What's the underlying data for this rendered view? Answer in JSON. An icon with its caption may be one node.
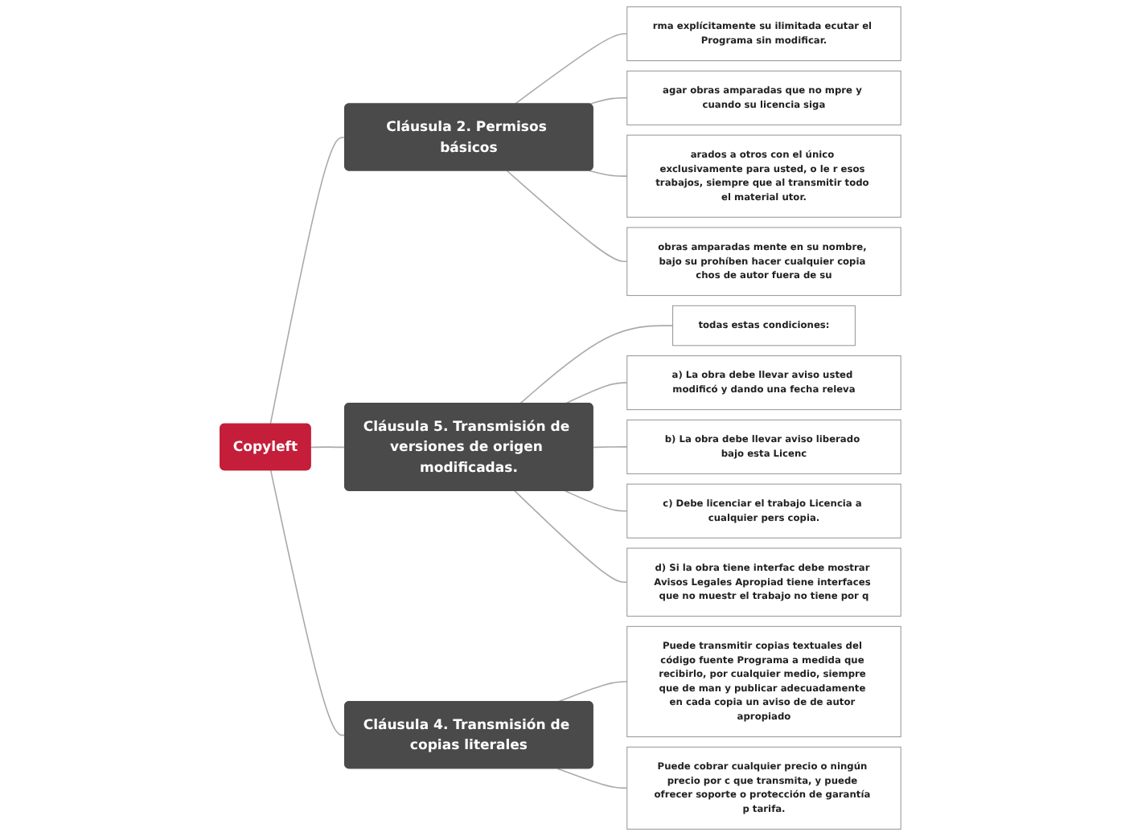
{
  "diagram": {
    "nodes": [
      {
        "text": [
          "Copyleft"
        ]
      },
      {
        "text": [
          "Cláusula 2. Permisos básicos"
        ]
      },
      {
        "text": [
          "rma explícitamente su ilimitada ecutar el Programa sin modificar."
        ]
      },
      {
        "text": [
          "agar obras amparadas que no mpre y cuando su licencia siga"
        ]
      },
      {
        "text": [
          "arados a otros con el único exclusivamente para usted, o le r esos trabajos, siempre que al transmitir todo el material utor."
        ]
      },
      {
        "text": [
          "obras amparadas mente en su nombre, bajo su prohíben hacer cualquier copia chos de autor fuera de su"
        ]
      },
      {
        "text": [
          "Cláusula 5. Transmisión de versiones de origen modificadas."
        ]
      },
      {
        "text": [
          "todas estas condiciones:"
        ]
      },
      {
        "text": [
          "a) La obra debe llevar aviso usted modificó y dando una fecha releva"
        ]
      },
      {
        "text": [
          "b) La obra debe llevar aviso liberado bajo esta Licenc"
        ]
      },
      {
        "text": [
          "c) Debe licenciar el trabajo Licencia a cualquier pers copia."
        ]
      },
      {
        "text": [
          "d) Si la obra tiene interfac debe mostrar Avisos Legales Apropiad tiene interfaces que no muestr el trabajo no tiene por q"
        ]
      },
      {
        "text": [
          "Cláusula 4. Transmisión de copias literales"
        ]
      },
      {
        "text": [
          "Puede transmitir copias textuales del código fuente Programa a medida que recibirlo, por cualquier medio, siempre que de man y publicar adecuadamente en cada copia un aviso de de autor apropiado"
        ]
      },
      {
        "text": [
          "Puede cobrar cualquier precio o ningún precio por c que transmita, y puede ofrecer soporte o protección de garantía p tarifa."
        ]
      }
    ],
    "edges": [
      {
        "from": 0,
        "to": 1,
        "arrow": "none"
      },
      {
        "from": 1,
        "to": 2,
        "arrow": "none"
      },
      {
        "from": 1,
        "to": 3,
        "arrow": "none"
      },
      {
        "from": 1,
        "to": 4,
        "arrow": "none"
      },
      {
        "from": 1,
        "to": 5,
        "arrow": "none"
      },
      {
        "from": 0,
        "to": 6,
        "arrow": "none"
      },
      {
        "from": 6,
        "to": 7,
        "arrow": "none"
      },
      {
        "from": 6,
        "to": 8,
        "arrow": "none"
      },
      {
        "from": 6,
        "to": 9,
        "arrow": "none"
      },
      {
        "from": 6,
        "to": 10,
        "arrow": "none"
      },
      {
        "from": 6,
        "to": 11,
        "arrow": "none"
      },
      {
        "from": 0,
        "to": 12,
        "arrow": "none"
      },
      {
        "from": 12,
        "to": 13,
        "arrow": "none"
      },
      {
        "from": 12,
        "to": 14,
        "arrow": "none"
      }
    ]
  }
}
